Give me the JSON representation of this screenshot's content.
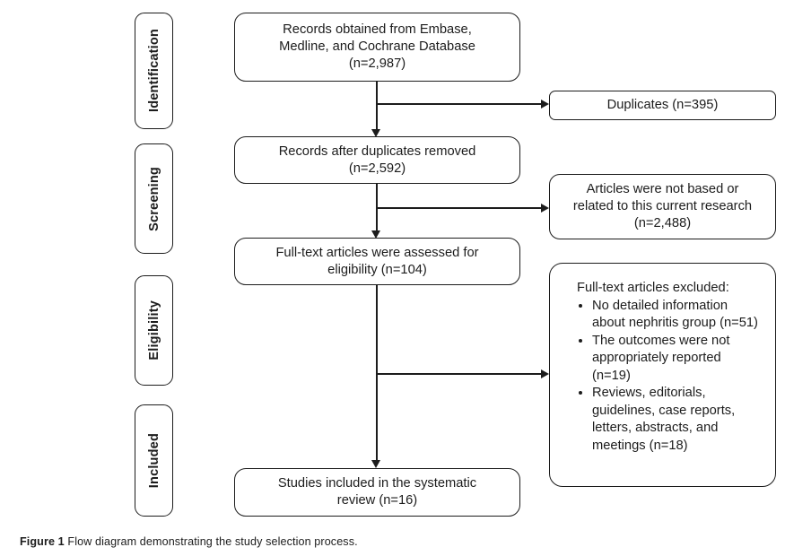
{
  "stages": [
    {
      "label": "Identification"
    },
    {
      "label": "Screening"
    },
    {
      "label": "Eligibility"
    },
    {
      "label": "Included"
    }
  ],
  "flow_boxes": [
    {
      "lines": [
        "Records obtained from Embase,",
        "Medline, and Cochrane Database",
        "(n=2,987)"
      ]
    },
    {
      "lines": [
        "Records after duplicates removed",
        "(n=2,592)"
      ]
    },
    {
      "lines": [
        "Full-text articles were assessed for",
        "eligibility (n=104)"
      ]
    },
    {
      "lines": [
        "Studies included in the systematic",
        "review (n=16)"
      ]
    }
  ],
  "side_boxes": {
    "duplicates": {
      "lines": [
        "Duplicates (n=395)"
      ]
    },
    "not_related": {
      "lines": [
        "Articles were not based or",
        "related to this current research",
        "(n=2,488)"
      ]
    },
    "excluded": {
      "title": "Full-text articles excluded:",
      "bullets": [
        "No detailed information about nephritis group (n=51)",
        "The outcomes were not appropriately reported (n=19)",
        "Reviews, editorials, guidelines, case reports, letters, abstracts, and meetings (n=18)"
      ]
    }
  },
  "caption": {
    "label": "Figure 1",
    "text": "Flow diagram demonstrating the study selection process."
  },
  "colors": {
    "line": "#1c1c1c",
    "background": "#ffffff"
  }
}
